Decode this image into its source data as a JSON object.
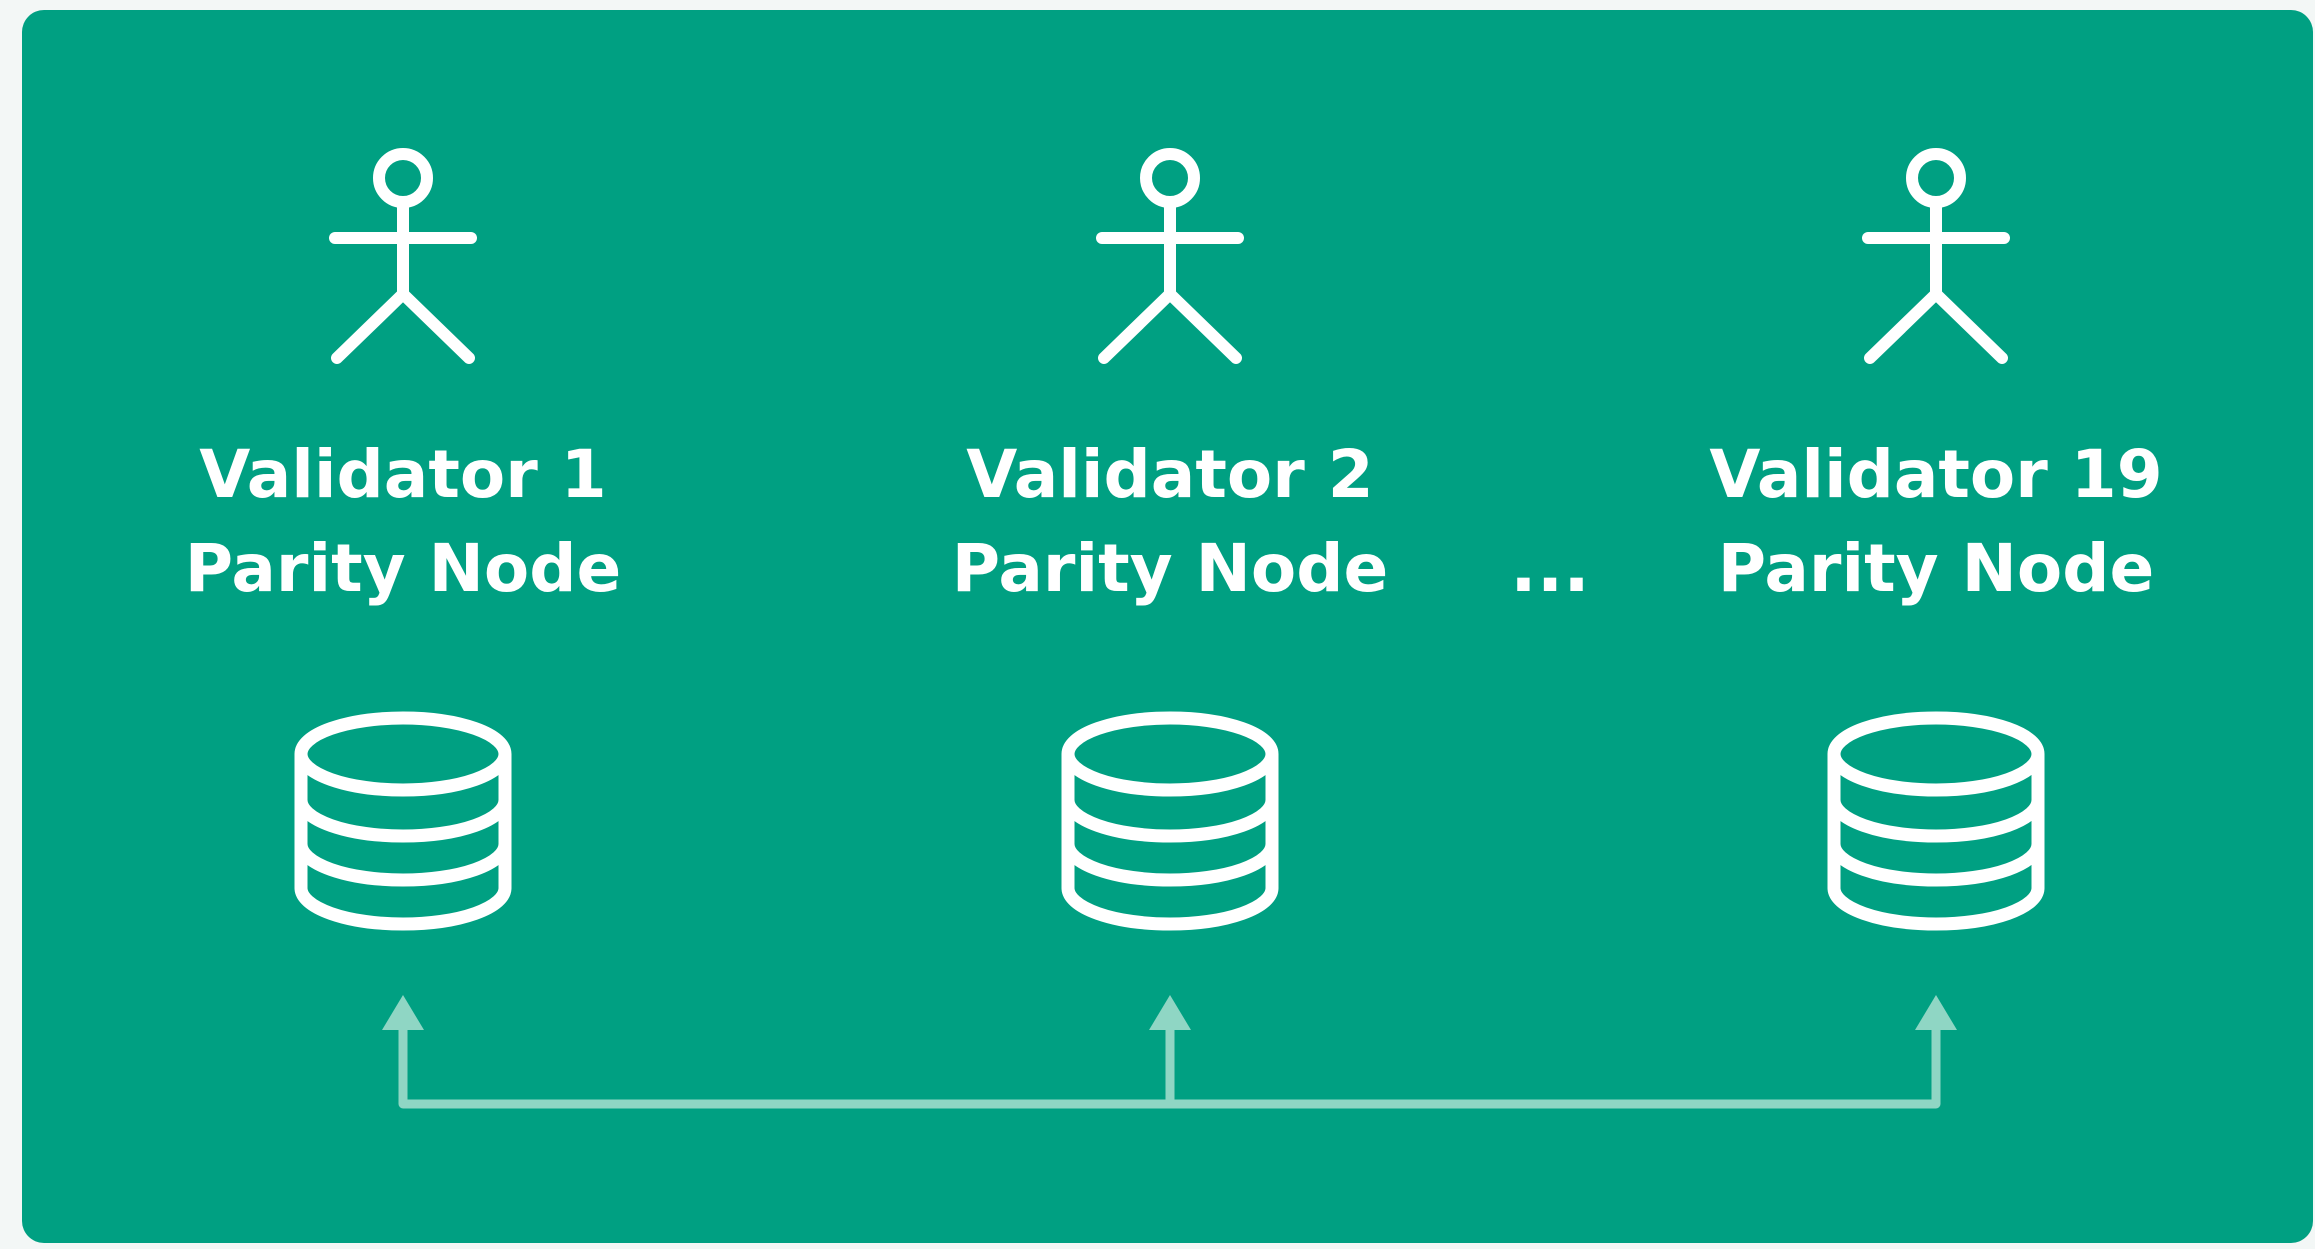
{
  "diagram": {
    "background_color": "#00a082",
    "foreground_color": "#ffffff",
    "connector_color": "#8fd6c4",
    "nodes": [
      {
        "line1": "Validator 1",
        "line2": "Parity Node",
        "icons": [
          "validator-person-icon",
          "database-icon"
        ]
      },
      {
        "line1": "Validator 2",
        "line2": "Parity Node",
        "icons": [
          "validator-person-icon",
          "database-icon"
        ]
      },
      {
        "line1": "Validator 19",
        "line2": "Parity Node",
        "icons": [
          "validator-person-icon",
          "database-icon"
        ]
      }
    ],
    "ellipsis": "..."
  }
}
